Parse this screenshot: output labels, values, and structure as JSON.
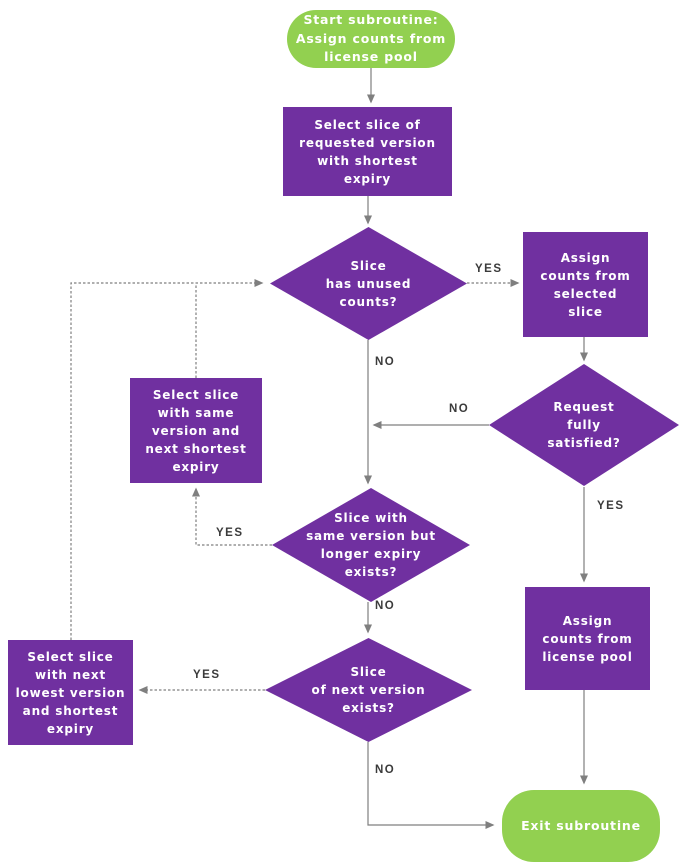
{
  "colors": {
    "node_fill_purple": "#7030a0",
    "node_fill_green": "#92d050",
    "edge_gray": "#7f7f7f",
    "edge_label_text": "#3b3b3b",
    "node_text": "#ffffff"
  },
  "diagram": {
    "type": "flowchart",
    "nodes": {
      "start": {
        "shape": "terminator",
        "label": "Start subroutine:\nAssign counts from\nlicense pool"
      },
      "select_requested": {
        "shape": "process",
        "label": "Select slice of\nrequested version\nwith shortest\nexpiry"
      },
      "has_unused": {
        "shape": "decision",
        "label": "Slice\nhas unused\ncounts?"
      },
      "assign_selected": {
        "shape": "process",
        "label": "Assign\ncounts from\nselected\nslice"
      },
      "fully_satisfied": {
        "shape": "decision",
        "label": "Request\nfully\nsatisfied?"
      },
      "select_same_version": {
        "shape": "process",
        "label": "Select slice\nwith same\nversion and\nnext shortest\nexpiry"
      },
      "longer_expiry": {
        "shape": "decision",
        "label": "Slice with\nsame version but\nlonger expiry\nexists?"
      },
      "next_version": {
        "shape": "decision",
        "label": "Slice\nof next version\nexists?"
      },
      "select_next_lowest": {
        "shape": "process",
        "label": "Select slice\nwith next\nlowest version\nand shortest\nexpiry"
      },
      "assign_pool": {
        "shape": "process",
        "label": "Assign\ncounts from\nlicense pool"
      },
      "exit": {
        "shape": "terminator",
        "label": "Exit subroutine"
      }
    },
    "edges": [
      {
        "from": "start",
        "to": "select_requested",
        "label": ""
      },
      {
        "from": "select_requested",
        "to": "has_unused",
        "label": ""
      },
      {
        "from": "has_unused",
        "to": "assign_selected",
        "label": "YES"
      },
      {
        "from": "has_unused",
        "to": "longer_expiry",
        "label": "NO"
      },
      {
        "from": "assign_selected",
        "to": "fully_satisfied",
        "label": ""
      },
      {
        "from": "fully_satisfied",
        "to": "has_unused",
        "label": "NO"
      },
      {
        "from": "fully_satisfied",
        "to": "assign_pool",
        "label": "YES"
      },
      {
        "from": "longer_expiry",
        "to": "select_same_version",
        "label": "YES"
      },
      {
        "from": "longer_expiry",
        "to": "next_version",
        "label": "NO"
      },
      {
        "from": "select_same_version",
        "to": "has_unused",
        "label": ""
      },
      {
        "from": "next_version",
        "to": "select_next_lowest",
        "label": "YES"
      },
      {
        "from": "next_version",
        "to": "exit",
        "label": "NO"
      },
      {
        "from": "select_next_lowest",
        "to": "has_unused",
        "label": ""
      },
      {
        "from": "assign_pool",
        "to": "exit",
        "label": ""
      }
    ]
  }
}
